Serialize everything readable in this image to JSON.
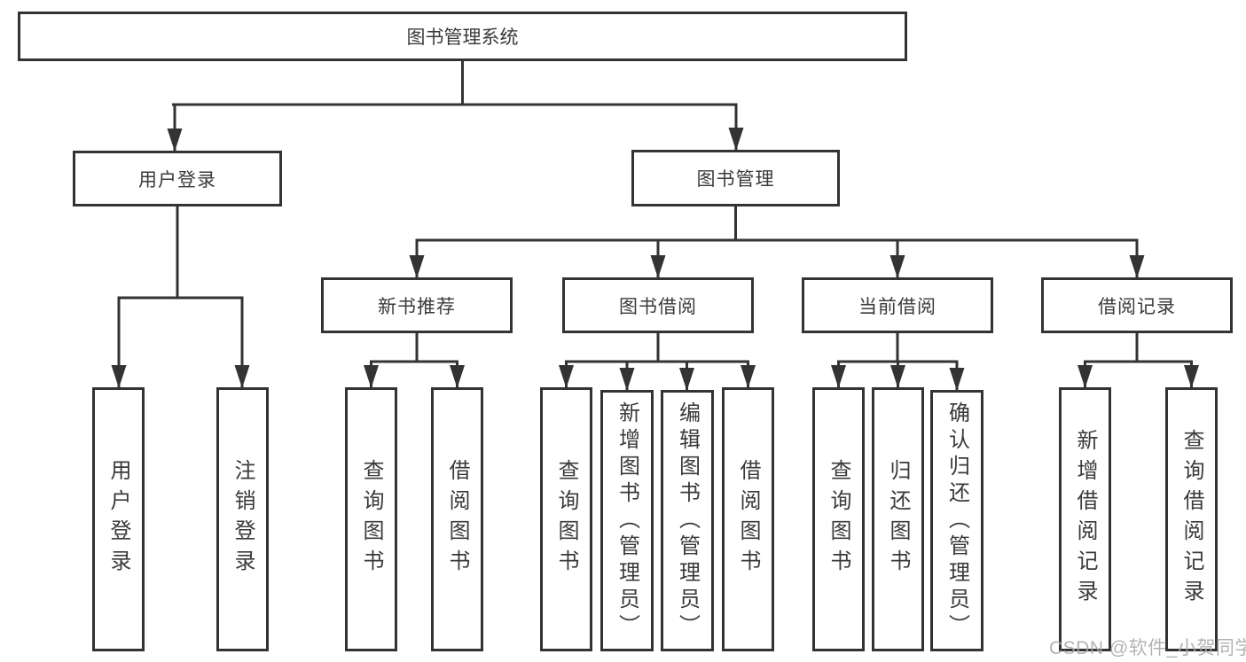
{
  "root": {
    "label": "图书管理系统"
  },
  "user_login": {
    "label": "用户登录",
    "children": [
      {
        "label": "用户登录"
      },
      {
        "label": "注销登录"
      }
    ]
  },
  "book_mgmt": {
    "label": "图书管理",
    "sections": [
      {
        "label": "新书推荐",
        "children": [
          {
            "label": "查询图书"
          },
          {
            "label": "借阅图书"
          }
        ]
      },
      {
        "label": "图书借阅",
        "children": [
          {
            "label": "查询图书"
          },
          {
            "label": "新增图书（管理员）"
          },
          {
            "label": "编辑图书（管理员）"
          },
          {
            "label": "借阅图书"
          }
        ]
      },
      {
        "label": "当前借阅",
        "children": [
          {
            "label": "查询图书"
          },
          {
            "label": "归还图书"
          },
          {
            "label": "确认归还（管理员）"
          }
        ]
      },
      {
        "label": "借阅记录",
        "children": [
          {
            "label": "新增借阅记录"
          },
          {
            "label": "查询借阅记录"
          }
        ]
      }
    ]
  },
  "watermark": "CSDN @软件_小贺同学",
  "colors": {
    "line": "#333333",
    "box_border": "#333333",
    "text": "#3a3a3a",
    "watermark": "#a8a8a8",
    "background": "#ffffff"
  }
}
